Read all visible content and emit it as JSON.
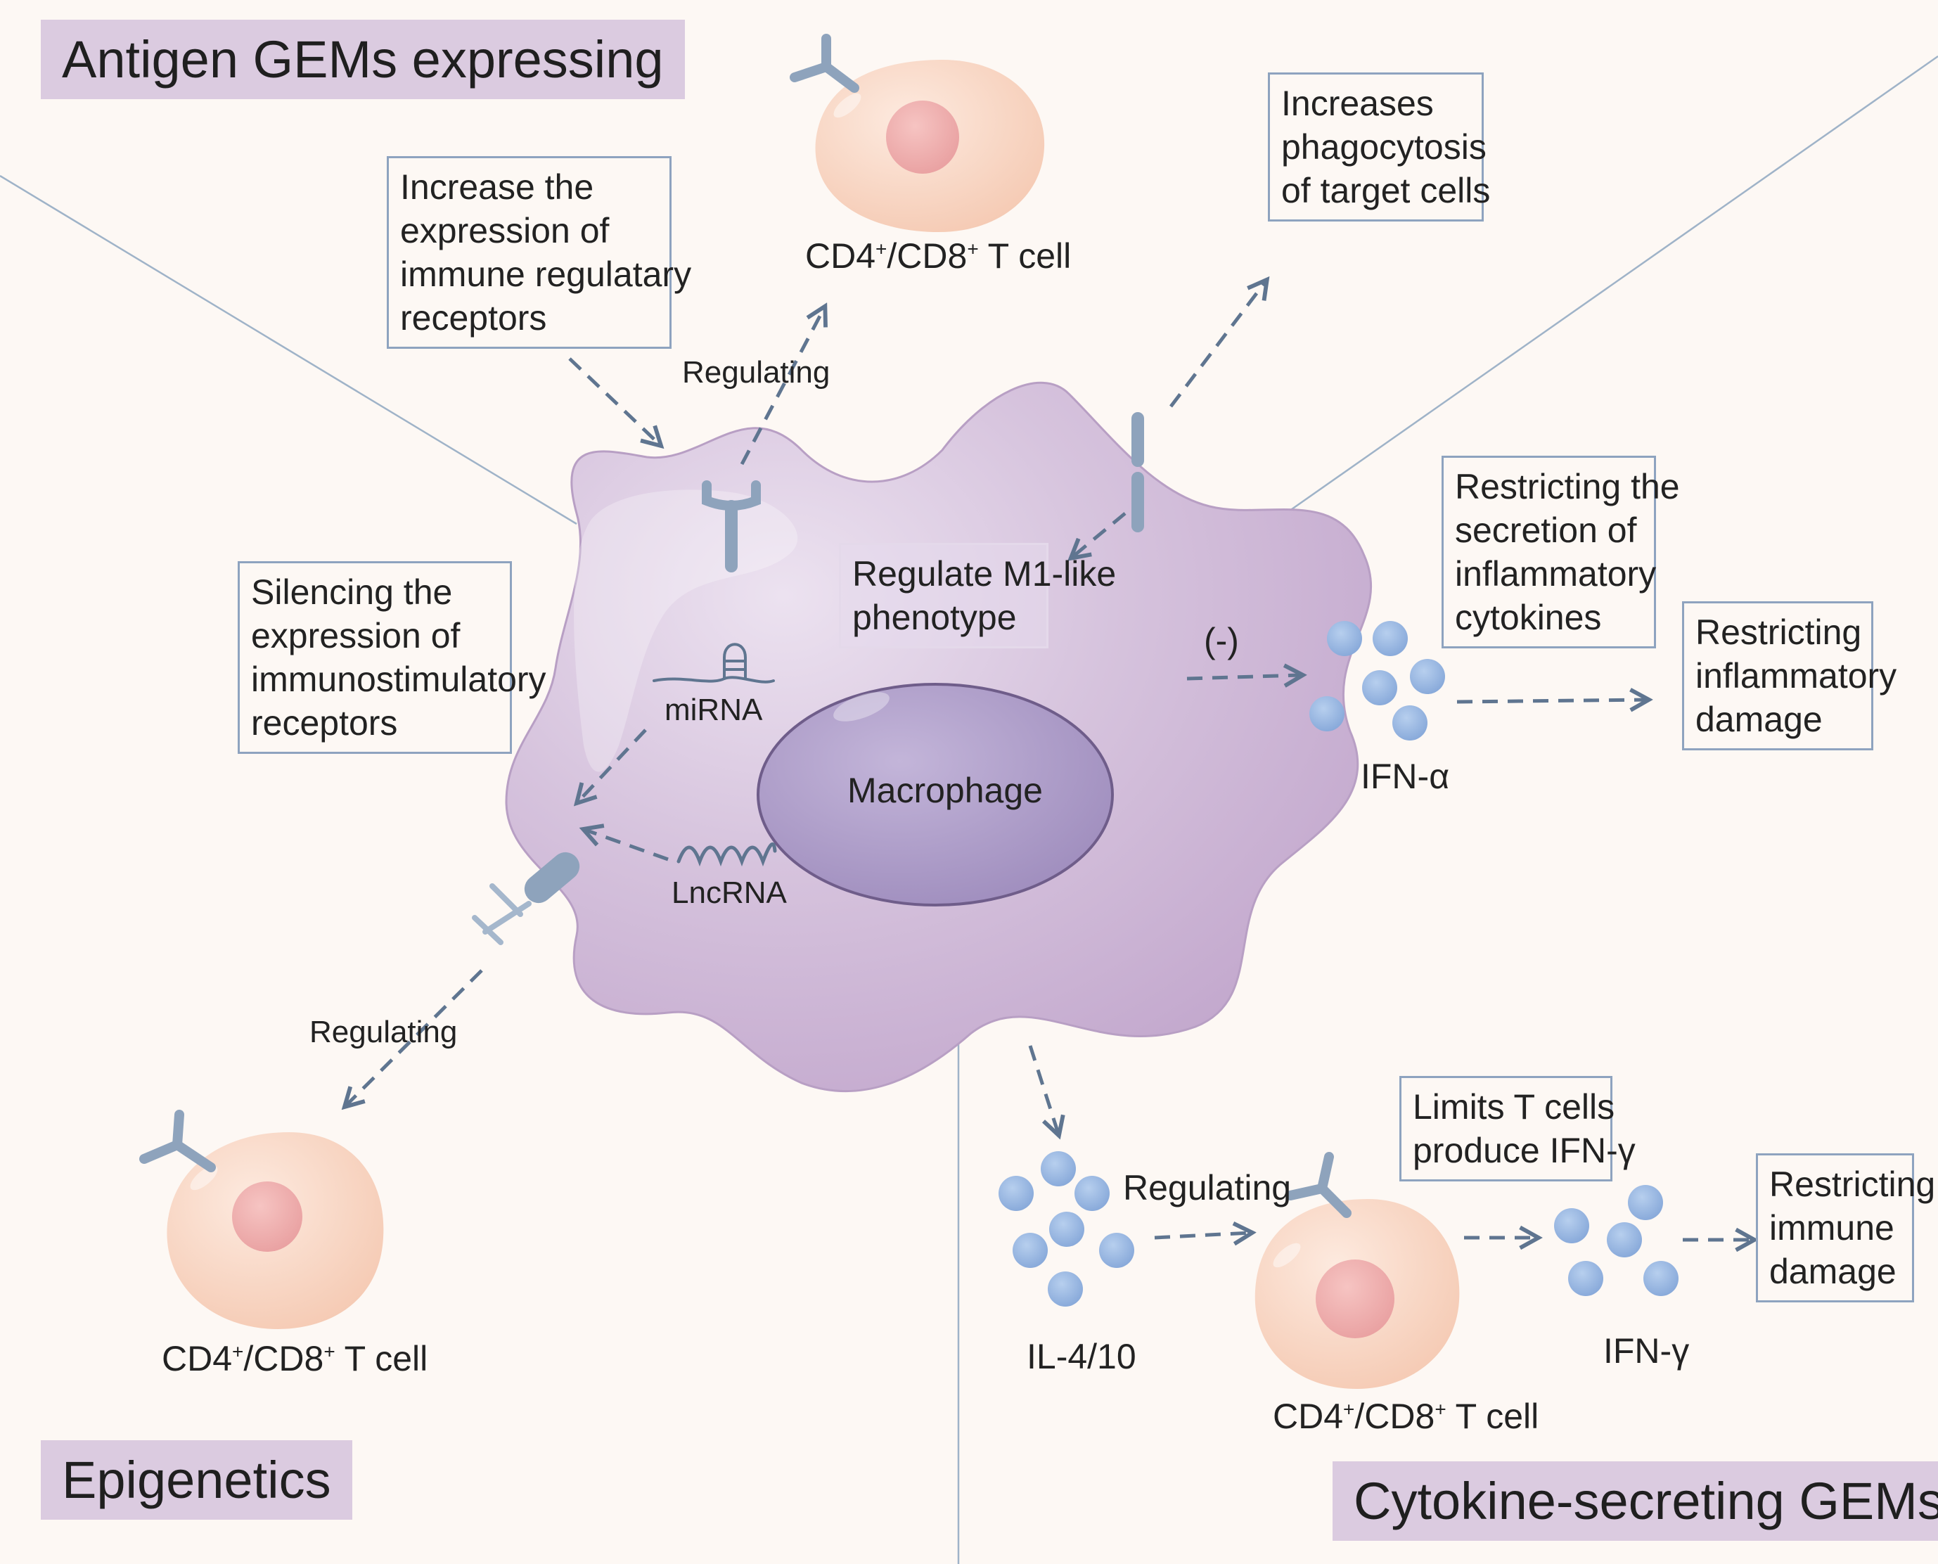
{
  "panels": {
    "antigen": "Antigen GEMs expressing",
    "epigenetics": "Epigenetics",
    "cytokine": "Cytokine-secreting GEMs"
  },
  "notes": {
    "increase_expression": [
      "Increase the",
      "expression of",
      "immune regulatary",
      "receptors"
    ],
    "phagocytosis": [
      "Increases",
      "phagocytosis",
      "of target cells"
    ],
    "restricting_secretion": [
      "Restricting the",
      "secretion of",
      "inflammatory",
      "cytokines"
    ],
    "restricting_inflammatory": [
      "Restricting",
      "inflammatory",
      "damage"
    ],
    "silencing": [
      "Silencing the",
      "expression of",
      "immunostimulatory",
      "receptors"
    ],
    "m1": [
      "Regulate M1-like",
      "phenotype"
    ],
    "limits_t": [
      "Limits T cells",
      "produce IFN-γ"
    ],
    "restricting_immune": [
      "Restricting",
      "immune",
      "damage"
    ]
  },
  "labels": {
    "tcell_main": "T cell",
    "cd4": "CD4",
    "cd8": "/CD8",
    "plus": "+",
    "regulating": "Regulating",
    "mirna": "miRNA",
    "lncrna": "LncRNA",
    "macrophage": "Macrophage",
    "inhibit": "(-)",
    "ifn_alpha": "IFN-α",
    "il": "IL-4/10",
    "ifn_gamma": "IFN-γ"
  },
  "colors": {
    "background": "#fdf8f4",
    "panel_label_bg": "#dbcbe0",
    "macrophage_body": "#cbb3d3",
    "nucleus": "#ad9cc8",
    "tcell_body": "#f8d6c4",
    "tcell_nucleus": "#eeaeac",
    "cytokine_dot": "#93b4e2",
    "arrow": "#5f7590",
    "receptor": "#8ea3bc"
  }
}
